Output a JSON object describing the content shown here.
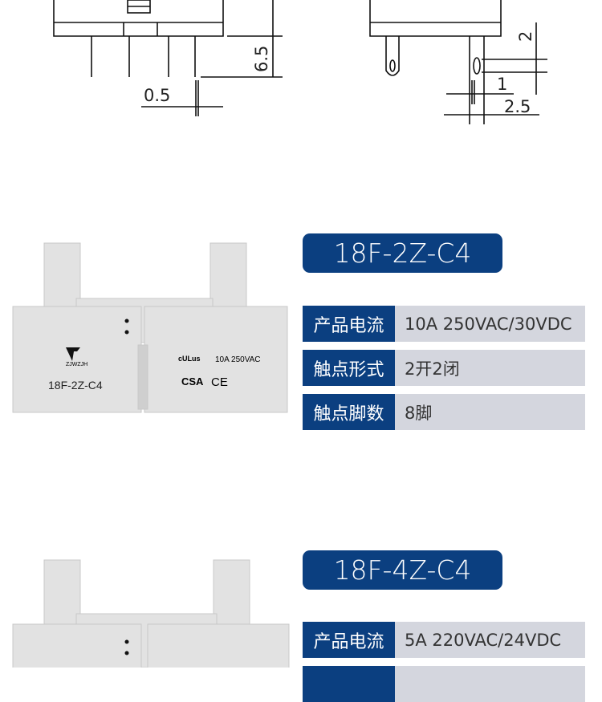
{
  "drawing": {
    "dim_pin_length": "6.5",
    "dim_pin_width": "0.5",
    "dim_hole_offset": "2",
    "dim_hole_width": "1",
    "dim_pin_pitch": "2.5"
  },
  "products": [
    {
      "model": "18F-2Z-C4",
      "image": {
        "logo": "ZJWZJH",
        "model_print": "18F-2Z-C4",
        "rating_print": "10A 250VAC",
        "cert_marks": [
          "cULus",
          "CSA",
          "CE"
        ]
      },
      "specs": [
        {
          "label": "产品电流",
          "value": "10A  250VAC/30VDC"
        },
        {
          "label": "触点形式",
          "value": "2开2闭"
        },
        {
          "label": "触点脚数",
          "value": "8脚"
        }
      ]
    },
    {
      "model": "18F-4Z-C4",
      "specs": [
        {
          "label": "产品电流",
          "value": "5A  220VAC/24VDC"
        }
      ]
    }
  ],
  "colors": {
    "accent": "#0b3f80",
    "value_bg": "#d4d6de"
  }
}
